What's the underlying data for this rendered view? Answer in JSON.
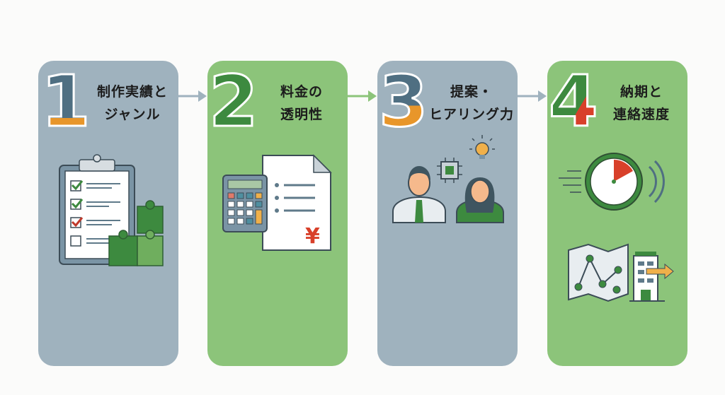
{
  "steps": [
    {
      "number": "1",
      "title_line1": "制作実績と",
      "title_line2": "ジャンル"
    },
    {
      "number": "2",
      "title_line1": "料金の",
      "title_line2": "透明性"
    },
    {
      "number": "3",
      "title_line1": "提案・",
      "title_line2": "ヒアリング力"
    },
    {
      "number": "4",
      "title_line1": "納期と",
      "title_line2": "連絡速度"
    }
  ],
  "icons": [
    "checklist-clipboard-icon",
    "puzzle-icon",
    "calculator-icon",
    "invoice-yen-icon",
    "people-icon",
    "chip-icon",
    "lightbulb-icon",
    "stopwatch-icon",
    "map-route-icon",
    "building-arrow-icon"
  ],
  "colors": {
    "blue_card": "#9fb2be",
    "green_card": "#8cc47a",
    "accent_orange": "#e8962a",
    "accent_red": "#d8402a",
    "dark_green": "#3d8a3f"
  },
  "yen_symbol": "¥"
}
